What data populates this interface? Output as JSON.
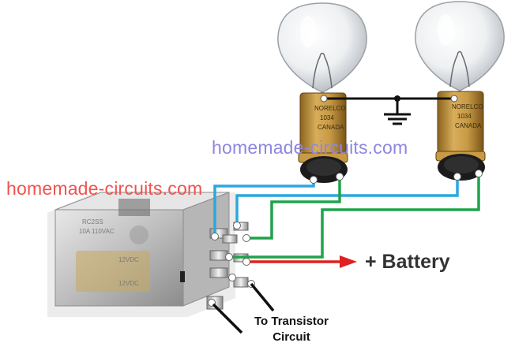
{
  "diagram": {
    "watermark_top": "homemade-circuits.com",
    "watermark_left": "homemade-circuits.com",
    "battery_label": "+ Battery",
    "transistor_label_line1": "To Transistor",
    "transistor_label_line2": "Circuit",
    "bulb_left_print": [
      "NORELCO",
      "1034",
      "CANADA"
    ],
    "bulb_right_print": [
      "NORELCO",
      "1034",
      "CANADA"
    ],
    "relay_print": [
      "RC2SS",
      "10A 110VAC",
      "12VDC",
      "12VDC"
    ],
    "colors": {
      "blue_wire": "#2aa7e0",
      "green_wire": "#1fa34a",
      "red_wire": "#e02020",
      "black_wire": "#111111",
      "watermark_top": "#8e86e0",
      "watermark_left": "#f0524f"
    }
  }
}
